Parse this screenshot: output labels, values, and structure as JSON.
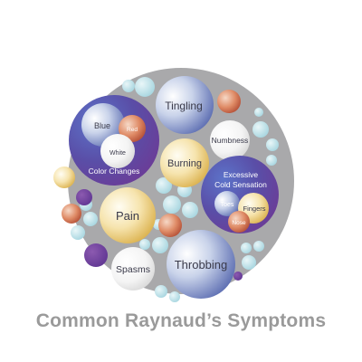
{
  "diagram": {
    "title": "Common Raynaud’s Symptoms",
    "labels": {
      "tingling": "Tingling",
      "numbness": "Numbness",
      "burning": "Burning",
      "pain": "Pain",
      "spasms": "Spasms",
      "throbbing": "Throbbing",
      "color_changes": "Color Changes",
      "blue": "Blue",
      "red": "Red",
      "white": "White",
      "excessive": "Excessive",
      "cold_sensation": "Cold Sensation",
      "toes": "Toes",
      "fingers": "Fingers",
      "nose": "Nose"
    },
    "colors": {
      "background_disc": "#a9a9ab",
      "purple": "#6a3f98",
      "light_blue": "#b7dde6",
      "copper": "#d0684a",
      "gold": "#e5c46a"
    }
  }
}
